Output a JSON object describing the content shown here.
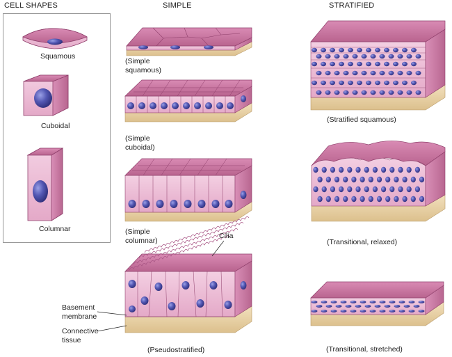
{
  "headers": {
    "cell_shapes": "CELL SHAPES",
    "simple": "SIMPLE",
    "stratified": "STRATIFIED"
  },
  "cell_shapes": {
    "squamous": "Squamous",
    "cuboidal": "Cuboidal",
    "columnar": "Columnar"
  },
  "simple": {
    "squamous": [
      "(Simple",
      "squamous)"
    ],
    "cuboidal": [
      "(Simple",
      "cuboidal)"
    ],
    "columnar": [
      "(Simple",
      "columnar)"
    ],
    "pseudostratified": "(Pseudostratified)",
    "cilia": "Cilia",
    "basement_membrane": [
      "Basement",
      "membrane"
    ],
    "connective_tissue": [
      "Connective",
      "tissue"
    ]
  },
  "stratified": {
    "squamous": "(Stratified squamous)",
    "transitional_relaxed": "(Transitional, relaxed)",
    "transitional_stretched": "(Transitional, stretched)"
  },
  "colors": {
    "cell_pink": "#e9b6d2",
    "cell_top": "#c7739f",
    "cell_edge": "#8f3f6b",
    "nucleus": "#4b4fa6",
    "connective": "#efd9b0",
    "connective_dark": "#d9bd8c"
  }
}
